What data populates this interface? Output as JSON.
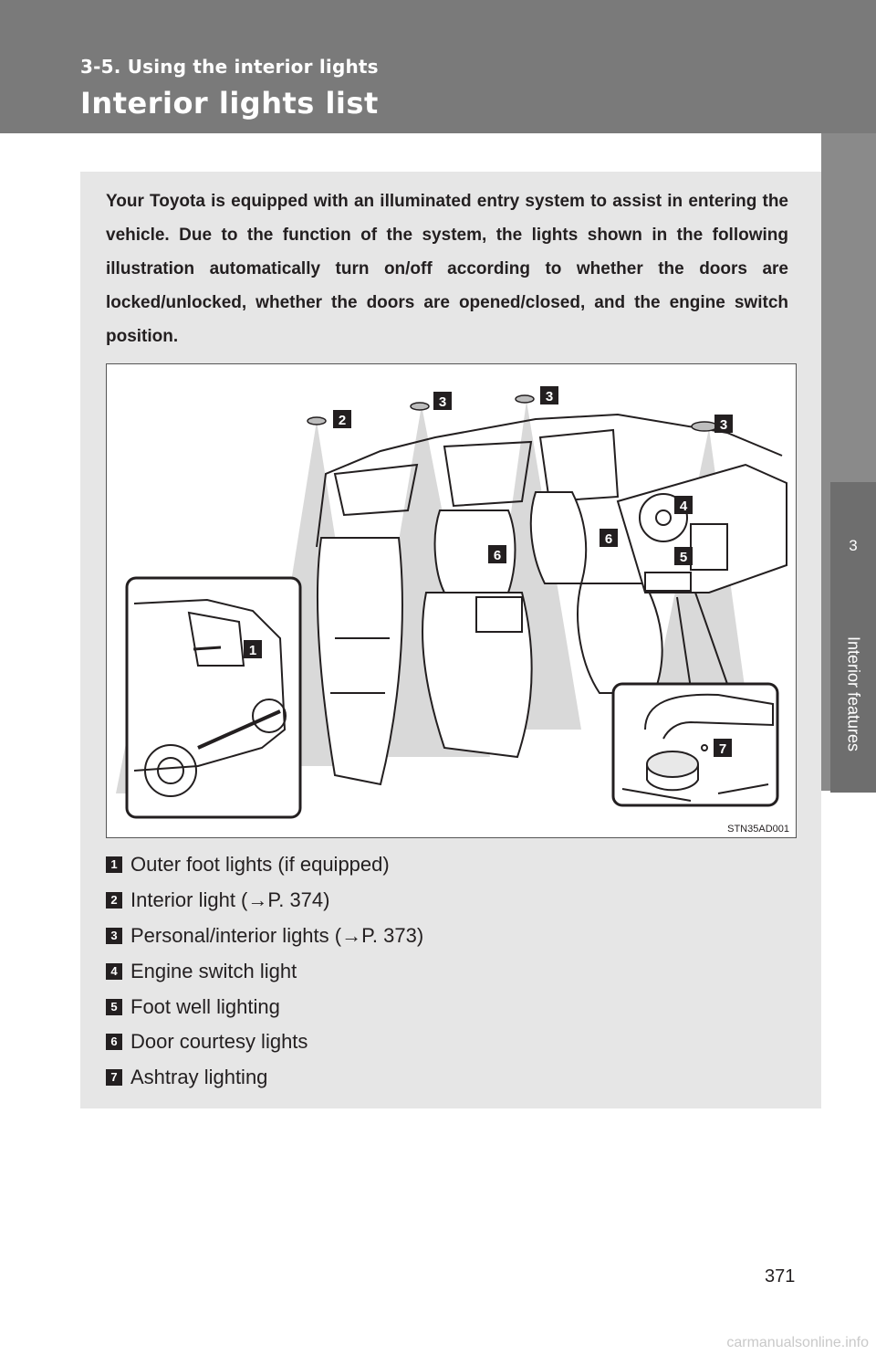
{
  "header": {
    "section": "3-5. Using the interior lights",
    "title": "Interior lights list"
  },
  "side_tab": {
    "number": "3",
    "label": "Interior features"
  },
  "intro": "Your Toyota is equipped with an illuminated entry system to assist in entering the vehicle. Due to the function of the system, the lights shown in the following illustration automatically turn on/off according to whether the doors are locked/unlocked, whether the doors are opened/closed, and the engine switch position.",
  "figure": {
    "code": "STN35AD001",
    "callouts": [
      "1",
      "2",
      "3",
      "3",
      "3",
      "4",
      "5",
      "6",
      "6",
      "7"
    ]
  },
  "legend": [
    {
      "marker": "1",
      "label": "Outer foot lights (if equipped)"
    },
    {
      "marker": "2",
      "label": "Interior light (→P. 374)"
    },
    {
      "marker": "3",
      "label": "Personal/interior lights (→P. 373)"
    },
    {
      "marker": "4",
      "label": "Engine switch light"
    },
    {
      "marker": "5",
      "label": "Foot well lighting"
    },
    {
      "marker": "6",
      "label": "Door courtesy lights"
    },
    {
      "marker": "7",
      "label": "Ashtray lighting"
    }
  ],
  "page_number": "371",
  "watermark": "carmanualsonline.info"
}
